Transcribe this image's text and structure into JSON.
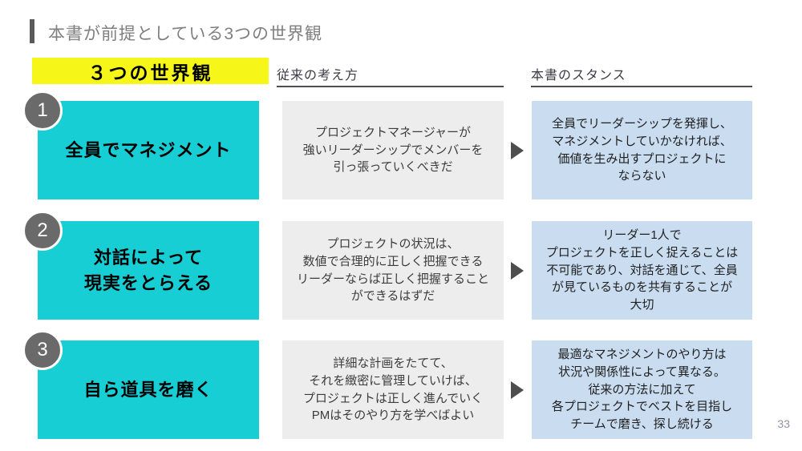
{
  "slide": {
    "title": "本書が前提としている3つの世界観",
    "page_number": "33"
  },
  "table": {
    "header": {
      "keyword_label": "３つの世界観",
      "conventional_label": "従来の考え方",
      "stance_label": "本書のスタンス"
    },
    "rows": [
      {
        "number": "1",
        "keyword": "全員でマネジメント",
        "conventional": "プロジェクトマネージャーが\n強いリーダーシップでメンバーを\n引っ張っていくべきだ",
        "stance": "全員でリーダーシップを発揮し、\nマネジメントしていかなければ、\n価値を生み出すプロジェクトに\nならない"
      },
      {
        "number": "2",
        "keyword": "対話によって\n現実をとらえる",
        "conventional": "プロジェクトの状況は、\n数値で合理的に正しく把握できる\nリーダーならば正しく把握すること\nができるはずだ",
        "stance": "リーダー1人で\nプロジェクトを正しく捉えることは\n不可能であり、対話を通じて、全員\nが見ているものを共有することが\n大切"
      },
      {
        "number": "3",
        "keyword": "自ら道具を磨く",
        "conventional": "詳細な計画をたてて、\nそれを緻密に管理していけば、\nプロジェクトは正しく進んでいく\nPMはそのやり方を学べばよい",
        "stance": "最適なマネジメントのやり方は\n状況や関係性によって異なる。\n従来の方法に加えて\n各プロジェクトでベストを目指し\nチームで磨き、探し続ける"
      }
    ]
  },
  "icons": {
    "arrow": "arrow-right-icon"
  },
  "colors": {
    "keyword_fill": "#17ced4",
    "header_highlight": "#f7f619",
    "conventional_fill": "#ededee",
    "stance_fill": "#c9dcf0",
    "badge_fill": "#6a6a6a",
    "accent_bar": "#5a5a5a",
    "title_text": "#7f7f7f",
    "arrow": "#4d4d4d"
  }
}
